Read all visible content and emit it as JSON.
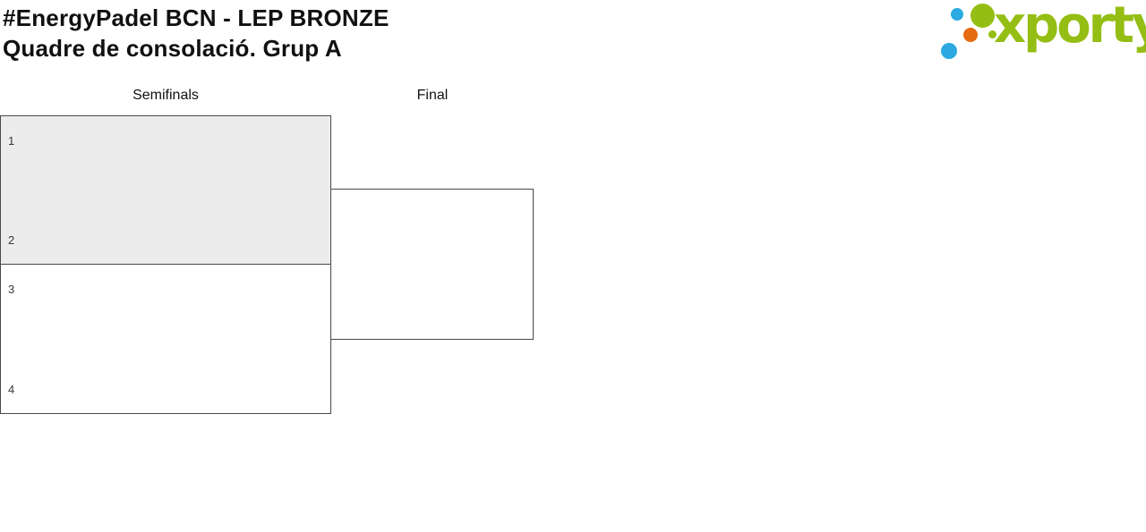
{
  "header": {
    "title": "#EnergyPadel BCN - LEP BRONZE",
    "subtitle": "Quadre de consolació. Grup A"
  },
  "logo": {
    "text": "xporty"
  },
  "colors": {
    "logo-green": "#94BE13",
    "logo-blue": "#2BA9E0",
    "logo-orange": "#E56A10",
    "match-highlight": "#ECECEC",
    "line": "#4A4A4A"
  },
  "bracket": {
    "rounds": [
      {
        "label": "Semifinals"
      },
      {
        "label": "Final"
      }
    ],
    "semifinals": [
      {
        "slots": [
          "1",
          "2"
        ],
        "highlighted": true
      },
      {
        "slots": [
          "3",
          "4"
        ],
        "highlighted": false
      }
    ],
    "final": {
      "slots": []
    }
  }
}
